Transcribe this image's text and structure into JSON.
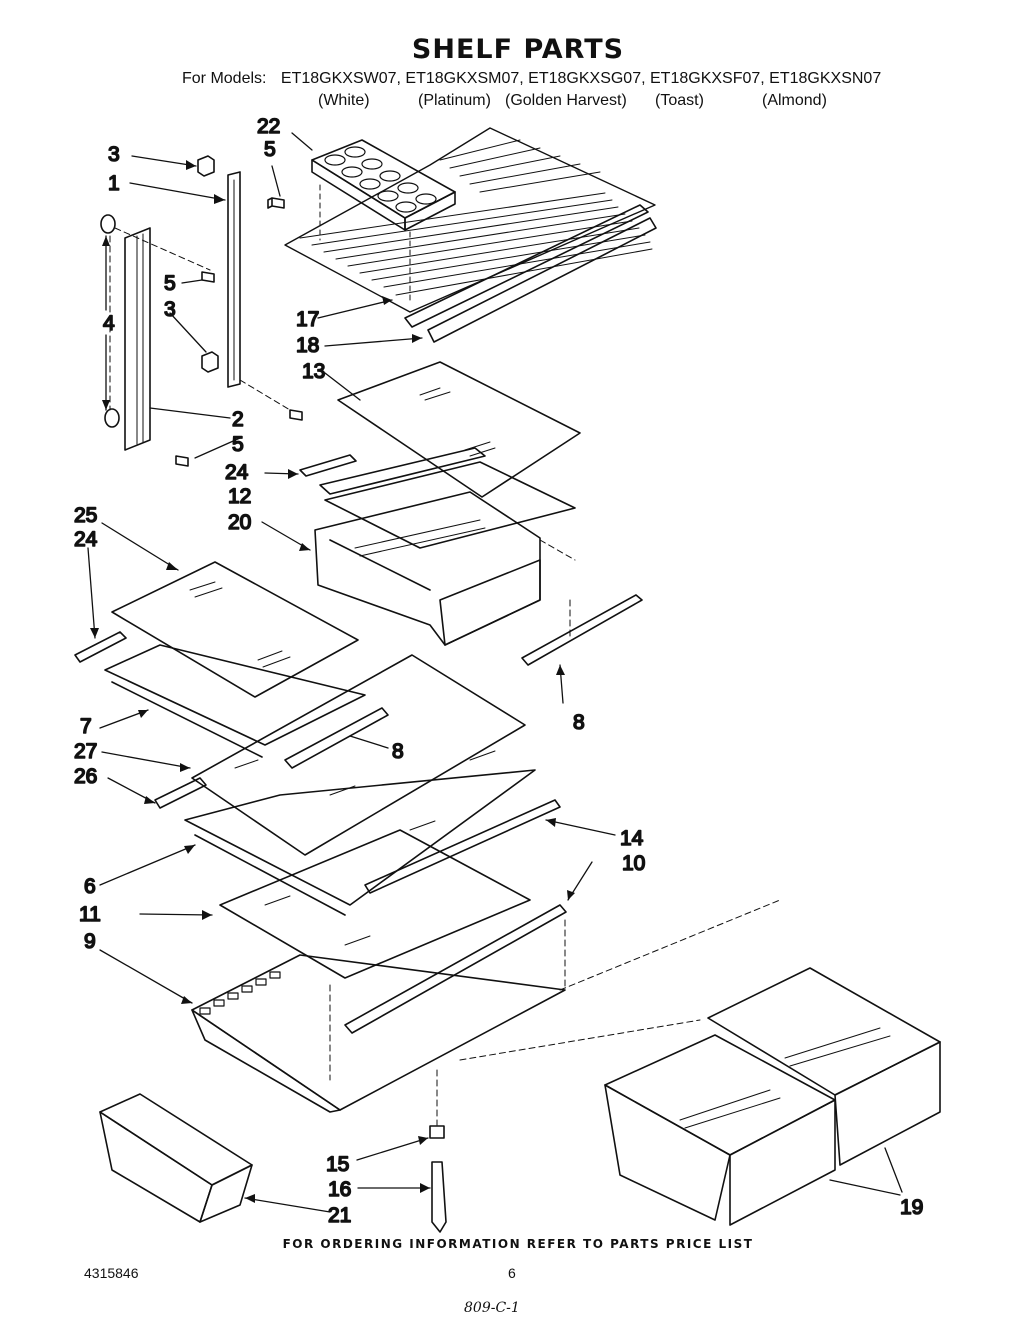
{
  "title": "SHELF PARTS",
  "models": {
    "lead": "For Models:",
    "list": [
      "ET18GKXSW07,",
      "ET18GKXSM07,",
      "ET18GKXSG07,",
      "ET18GKXSF07,",
      "ET18GKXSN07"
    ],
    "colors": [
      "(White)",
      "(Platinum)",
      "(Golden Harvest)",
      "(Toast)",
      "(Almond)"
    ]
  },
  "callouts": [
    "1",
    "2",
    "3",
    "4",
    "5",
    "6",
    "7",
    "8",
    "9",
    "10",
    "11",
    "12",
    "13",
    "14",
    "15",
    "16",
    "17",
    "18",
    "19",
    "20",
    "21",
    "22",
    "24",
    "25",
    "26",
    "27"
  ],
  "footer": "FOR ORDERING INFORMATION REFER TO PARTS PRICE LIST",
  "document_number": "4315846",
  "page_number": "6",
  "handwritten_note": "809-C-1"
}
